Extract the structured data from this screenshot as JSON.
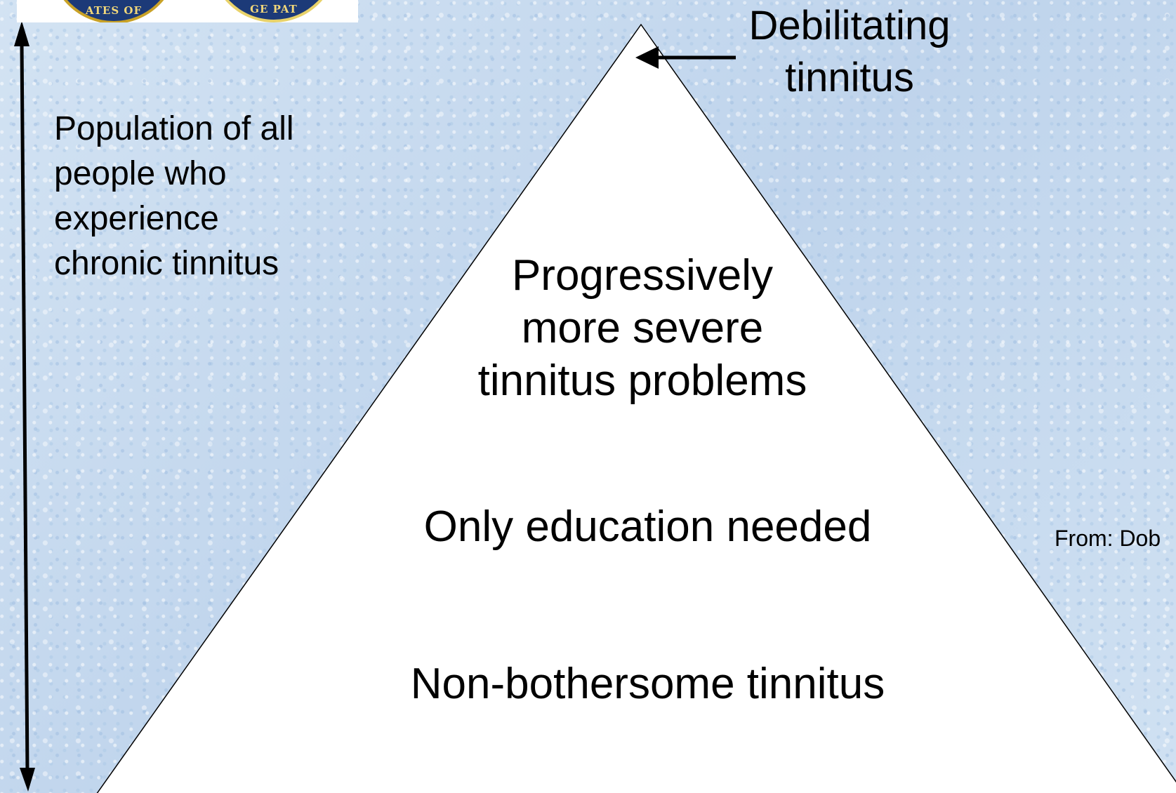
{
  "logos": {
    "left": {
      "icon": "department-seal-icon",
      "text": "ATES OF"
    },
    "right": {
      "icon": "patch-seal-icon",
      "text": "GE PAT"
    }
  },
  "axis": {
    "label": "Population of all\npeople who\nexperience\nchronic tinnitus"
  },
  "pyramid": {
    "apex_label": "Debilitating\ntinnitus",
    "tiers": {
      "top": "Progressively\nmore severe\ntinnitus problems",
      "middle": "Only education needed",
      "bottom": "Non-bothersome tinnitus"
    }
  },
  "source": "From: Dob",
  "colors": {
    "background": "#c9dcef",
    "pyramid_fill": "#ffffff",
    "stroke": "#000000"
  }
}
